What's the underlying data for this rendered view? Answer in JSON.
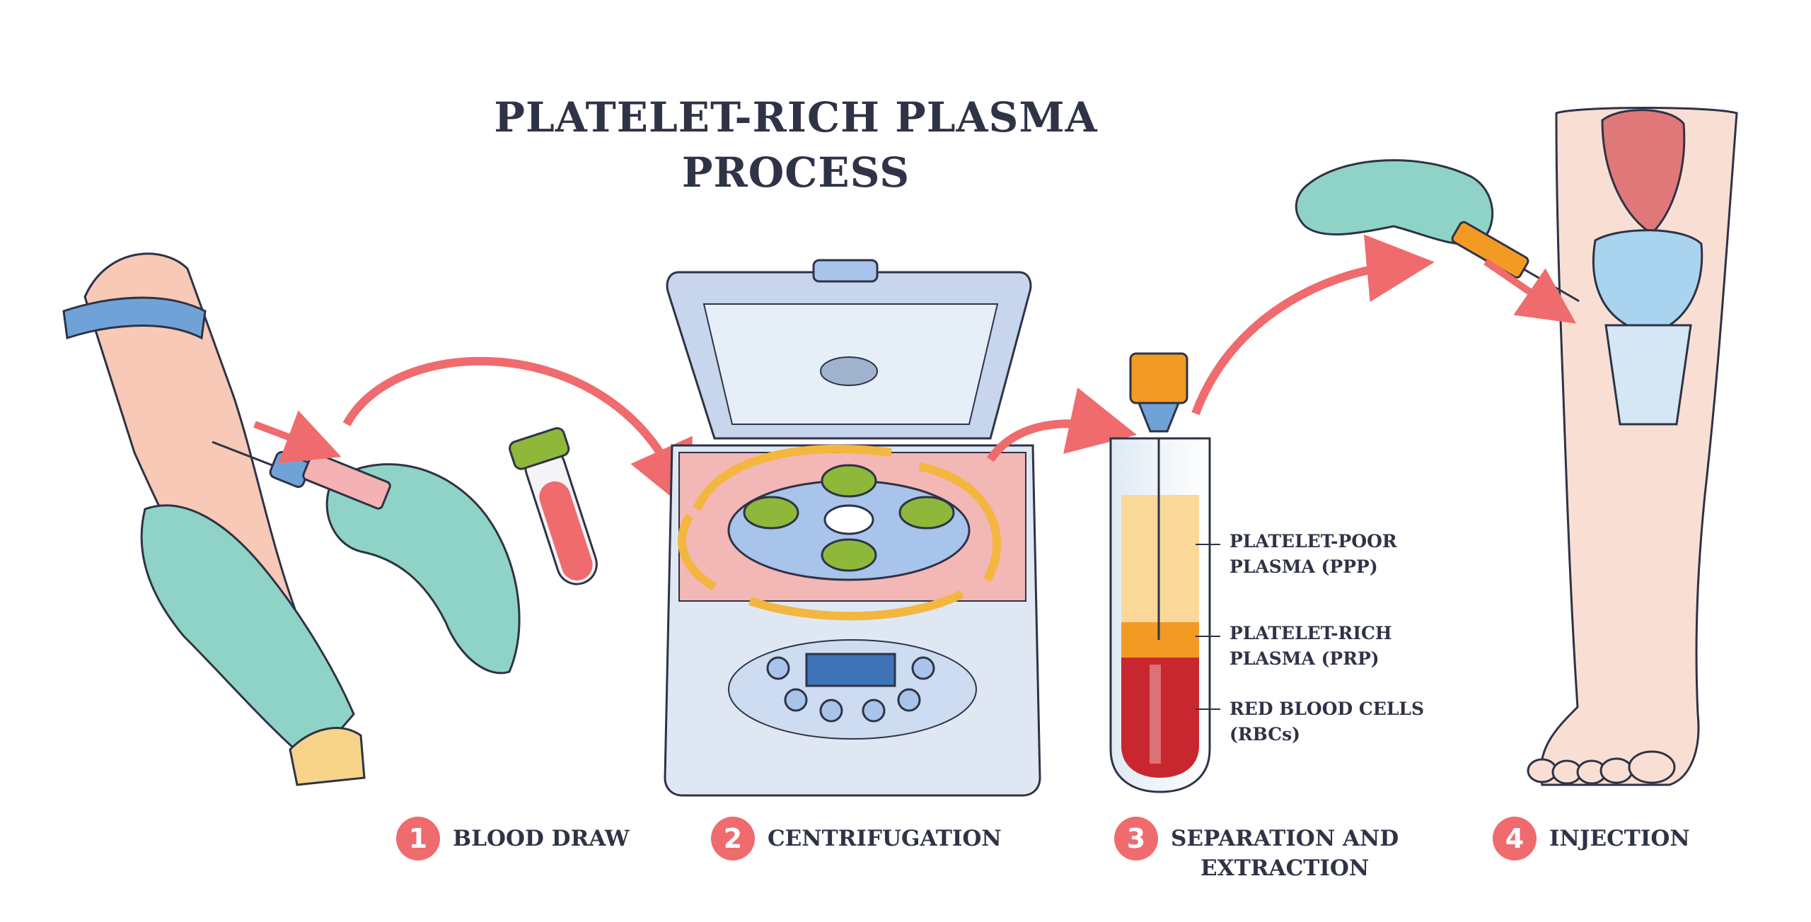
{
  "title": {
    "line1": "PLATELET-RICH PLASMA",
    "line2": "PROCESS"
  },
  "steps": [
    {
      "number": "1",
      "label": "BLOOD DRAW"
    },
    {
      "number": "2",
      "label": "CENTRIFUGATION"
    },
    {
      "number": "3",
      "label": "SEPARATION AND\nEXTRACTION"
    },
    {
      "number": "4",
      "label": "INJECTION"
    }
  ],
  "layers": [
    {
      "label": "PLATELET-POOR\nPLASMA (PPP)",
      "color": "#f9d89a"
    },
    {
      "label": "PLATELET-RICH\nPLASMA (PRP)",
      "color": "#f39a24"
    },
    {
      "label": "RED BLOOD CELLS\n(RBCs)",
      "color": "#c8272f"
    }
  ],
  "colors": {
    "accent": "#ef6b6d",
    "glove": "#8fd3c6",
    "skin": "#f7c9b6",
    "device": "#c7d6ec",
    "lid_cap": "#8db83a",
    "arrow_orange": "#f3b63f",
    "text": "#2e3346"
  }
}
